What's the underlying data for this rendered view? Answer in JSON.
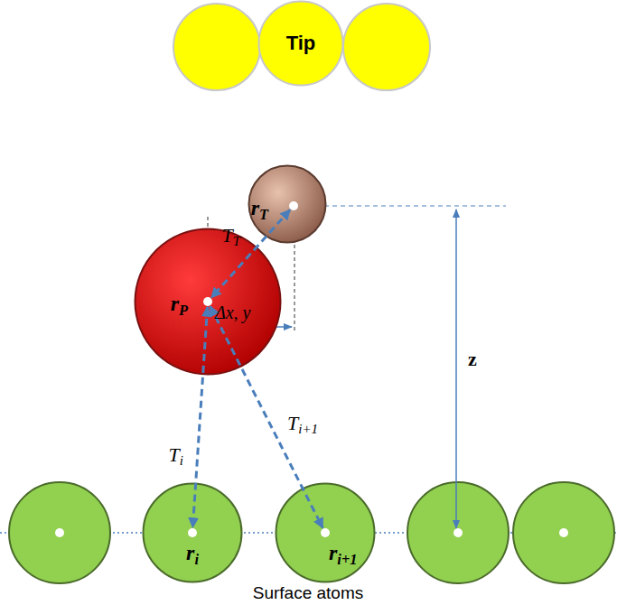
{
  "diagram": {
    "nodes": [
      {
        "text": [
          "Tip"
        ]
      },
      {
        "text": [
          "rT"
        ]
      },
      {
        "text": [
          "rP"
        ]
      },
      {
        "text": [
          "ri"
        ]
      },
      {
        "text": [
          "ri+1"
        ]
      }
    ],
    "edges": [
      {
        "from": 1,
        "to": 2,
        "arrow": "both",
        "label": "TT"
      },
      {
        "from": 2,
        "to": 3,
        "arrow": "both",
        "label": "Ti"
      },
      {
        "from": 2,
        "to": 4,
        "arrow": "both",
        "label": "Ti+1"
      }
    ],
    "labels": [
      "Δx, y",
      "z",
      "Surface atoms"
    ]
  }
}
